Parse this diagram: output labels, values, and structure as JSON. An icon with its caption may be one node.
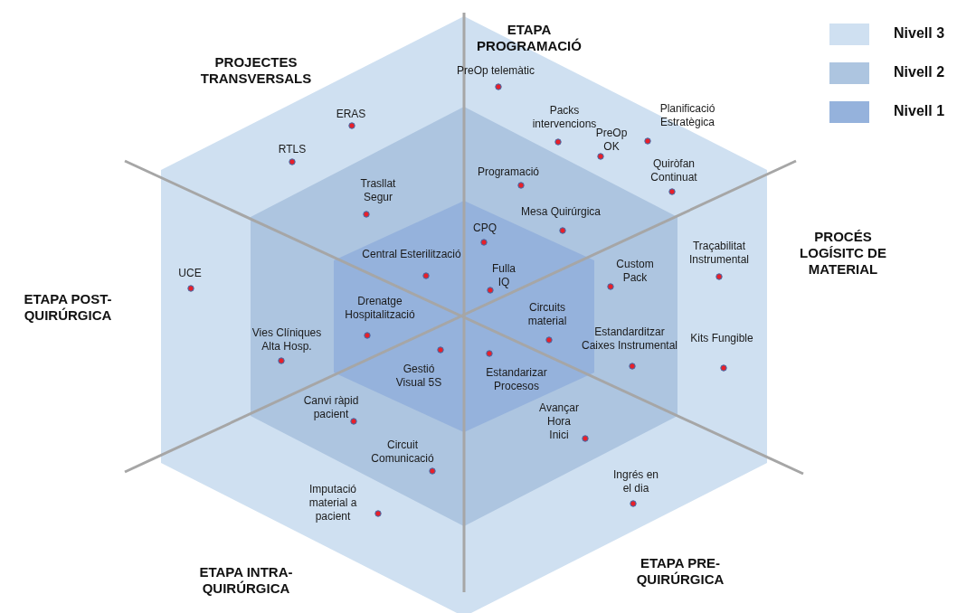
{
  "diagram": {
    "labels": [
      "ETAPA PROGRAMACIÓ",
      "PreOp telemàtic",
      "PROJECTES TRANSVERSALS",
      "Planificació Estratègica",
      "ERAS",
      "Packs intervencions",
      "PreOp OK",
      "RTLS",
      "Quiròfan Continuat",
      "Programació",
      "Trasllat Segur",
      "Mesa Quirúrgica",
      "CPQ",
      "PROCÉS LOGÍSITC DE MATERIAL",
      "Central Esterilització",
      "Traçabilitat Instrumental",
      "Custom Pack",
      "UCE",
      "Fulla IQ",
      "ETAPA POST-QUIRÚRGICA",
      "Drenatge Hospitalització",
      "Circuits material",
      "Estandarditzar Caixes Instrumental",
      "Vies Clíniques Alta Hosp.",
      "Kits Fungible",
      "Gestió Visual 5S",
      "Estandarizar Procesos",
      "Canvi ràpid pacient",
      "Avançar Hora Inici",
      "Circuit Comunicació",
      "Ingrés en el dia",
      "Imputació material a pacient",
      "ETAPA PRE-QUIRÚRGICA",
      "ETAPA INTRA-QUIRÚRGICA"
    ],
    "legend": [
      {
        "text": "Nivell 3",
        "color": "#cfe0f1"
      },
      {
        "text": "Nivell 2",
        "color": "#adc5e0"
      },
      {
        "text": "Nivell 1",
        "color": "#95b2dc"
      }
    ]
  }
}
